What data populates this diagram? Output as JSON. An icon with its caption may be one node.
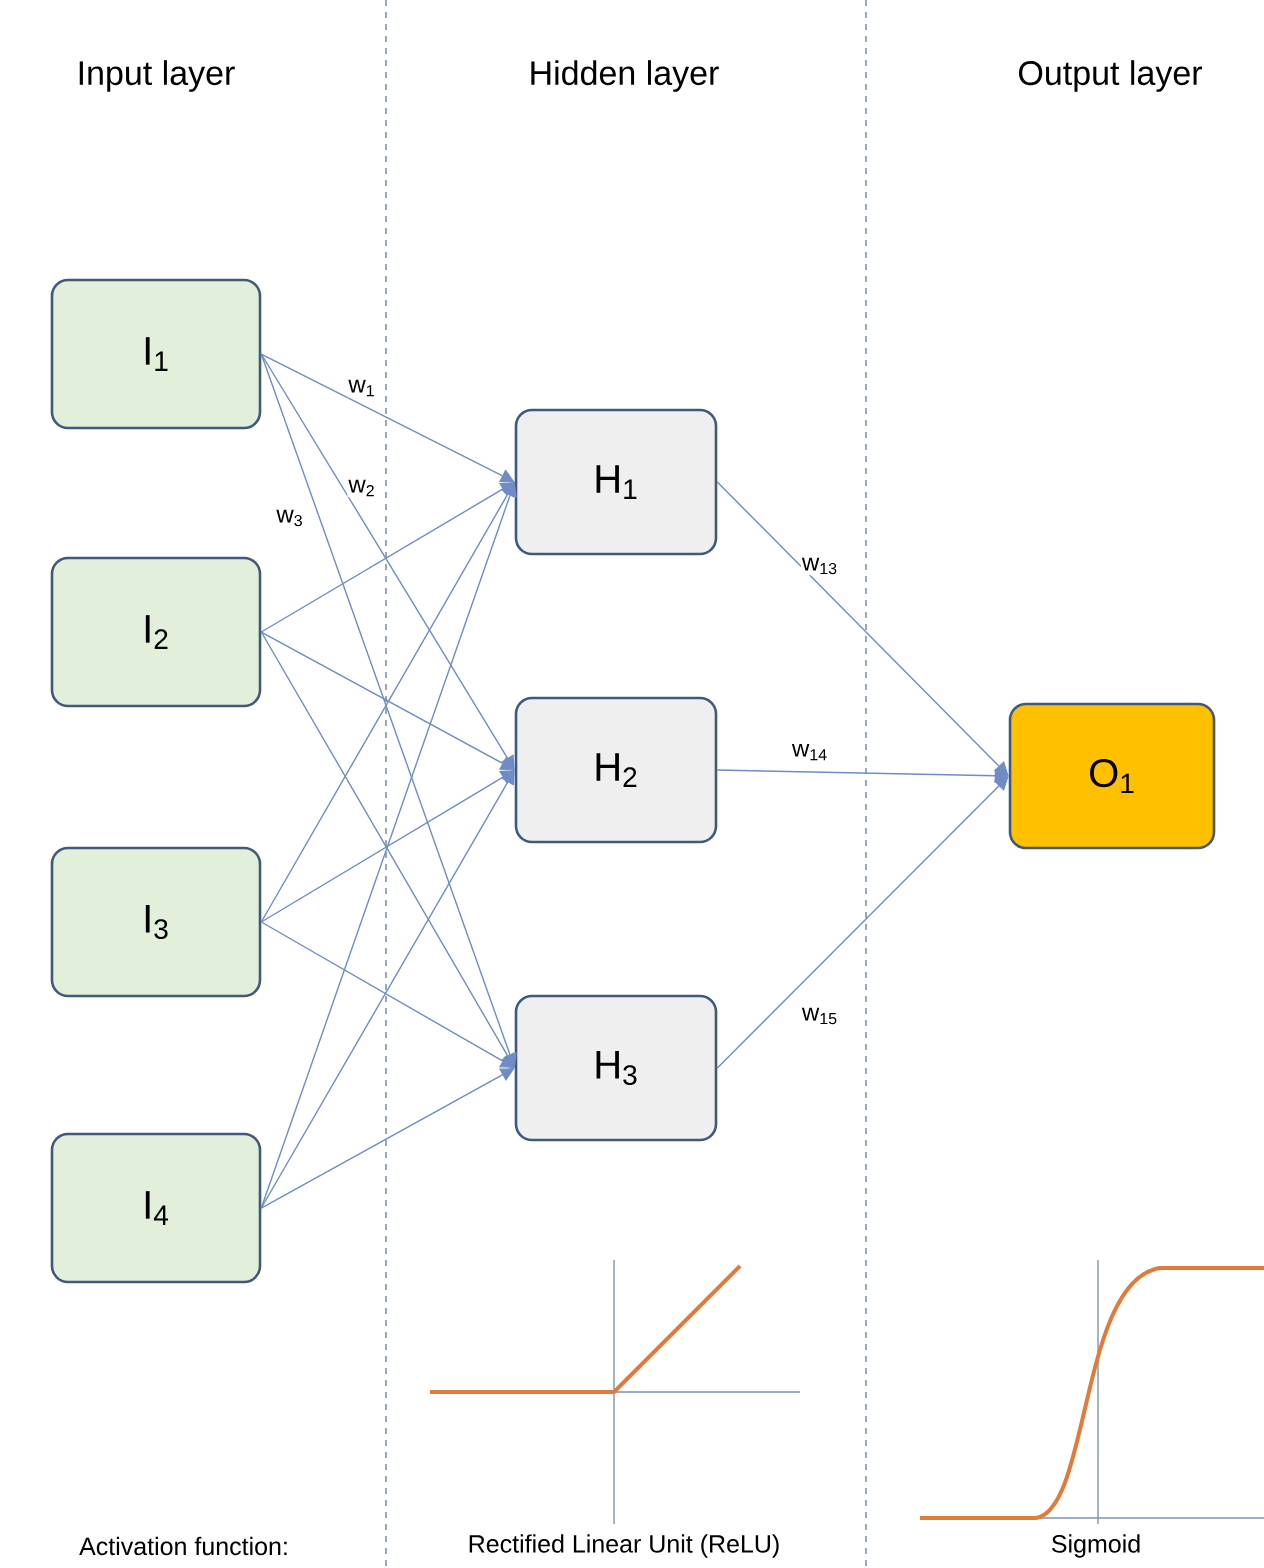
{
  "diagram": {
    "nodes": [
      {
        "text": [
          "I$_{1}$"
        ]
      },
      {
        "text": [
          "I$_{2}$"
        ]
      },
      {
        "text": [
          "I$_{3}$"
        ]
      },
      {
        "text": [
          "I$_{4}$"
        ]
      },
      {
        "text": [
          "H$_{1}$"
        ]
      },
      {
        "text": [
          "H$_{2}$"
        ]
      },
      {
        "text": [
          "H$_{3}$"
        ]
      },
      {
        "text": [
          "O$_{1}$"
        ]
      }
    ],
    "edges": [
      {
        "from": 0,
        "to": 4,
        "arrow": "to",
        "label": "w$_{1}$"
      },
      {
        "from": 0,
        "to": 5,
        "arrow": "to",
        "label": "w$_{2}$"
      },
      {
        "from": 0,
        "to": 6,
        "arrow": "to",
        "label": "w$_{3}$"
      },
      {
        "from": 1,
        "to": 4,
        "arrow": "to"
      },
      {
        "from": 1,
        "to": 5,
        "arrow": "to"
      },
      {
        "from": 1,
        "to": 6,
        "arrow": "to"
      },
      {
        "from": 2,
        "to": 4,
        "arrow": "to"
      },
      {
        "from": 2,
        "to": 5,
        "arrow": "to"
      },
      {
        "from": 2,
        "to": 6,
        "arrow": "to"
      },
      {
        "from": 3,
        "to": 4,
        "arrow": "to"
      },
      {
        "from": 3,
        "to": 5,
        "arrow": "to"
      },
      {
        "from": 3,
        "to": 6,
        "arrow": "to"
      },
      {
        "from": 4,
        "to": 7,
        "arrow": "to",
        "label": "w$_{13}$"
      },
      {
        "from": 5,
        "to": 7,
        "arrow": "to",
        "label": "w$_{14}$"
      },
      {
        "from": 6,
        "to": 7,
        "arrow": "to",
        "label": "w$_{15}$"
      }
    ],
    "labels": [
      "Input layer",
      "Hidden layer",
      "Output layer",
      "Activation function:",
      "Rectified Linear Unit (ReLU)",
      "Sigmoid"
    ]
  }
}
